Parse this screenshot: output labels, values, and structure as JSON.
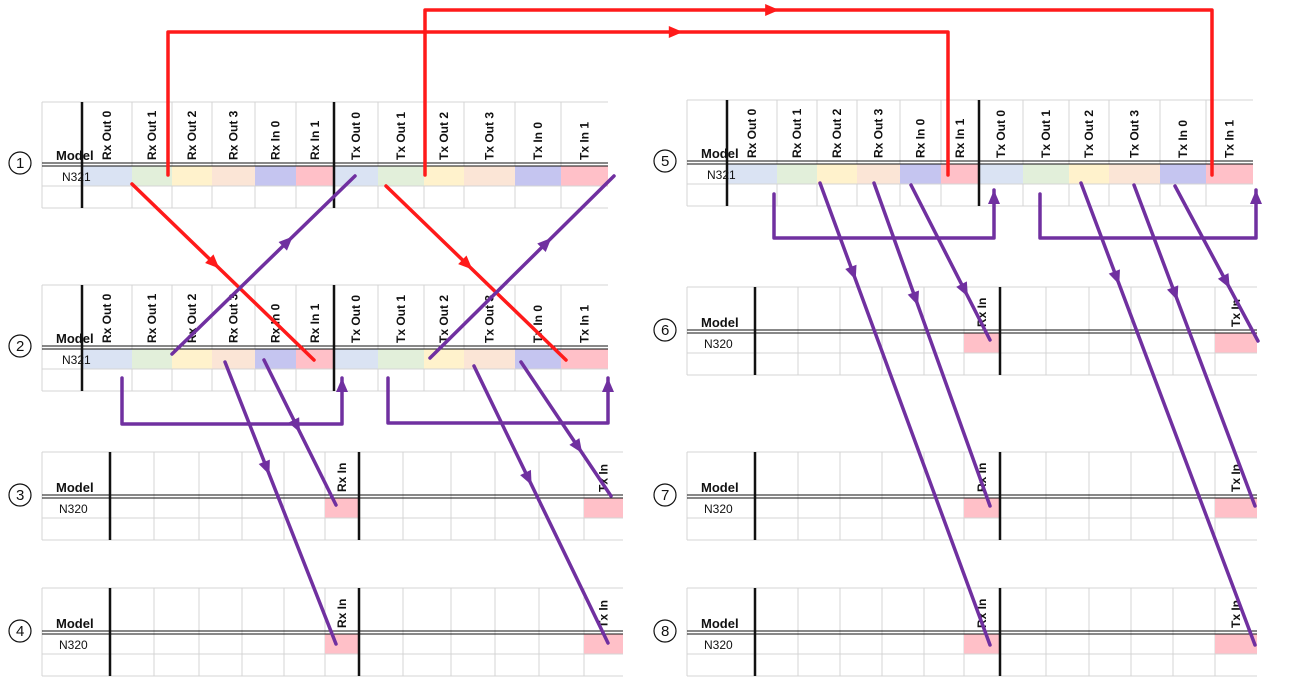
{
  "colors": {
    "red": "#ff1a1a",
    "purple": "#7030a0",
    "grid": "#d4d4d4",
    "border": "#111111",
    "cells": [
      "#dae3f3",
      "#e2efda",
      "#fff2cc",
      "#fbe5d6",
      "#c5c5f0",
      "#ffc0c8"
    ]
  },
  "headers": {
    "rx": [
      "Rx Out 0",
      "Rx Out 1",
      "Rx Out 2",
      "Rx Out 3",
      "Rx In 0",
      "Rx In 1"
    ],
    "tx": [
      "Tx Out 0",
      "Tx Out 1",
      "Tx Out 2",
      "Tx Out 3",
      "Tx In 0",
      "Tx In 1"
    ],
    "rx_single": "Rx In",
    "tx_single": "Tx In"
  },
  "model_label": "Model",
  "units": [
    {
      "id": "1",
      "type": "N321"
    },
    {
      "id": "2",
      "type": "N321"
    },
    {
      "id": "3",
      "type": "N320"
    },
    {
      "id": "4",
      "type": "N320"
    },
    {
      "id": "5",
      "type": "N321"
    },
    {
      "id": "6",
      "type": "N320"
    },
    {
      "id": "7",
      "type": "N320"
    },
    {
      "id": "8",
      "type": "N320"
    }
  ]
}
